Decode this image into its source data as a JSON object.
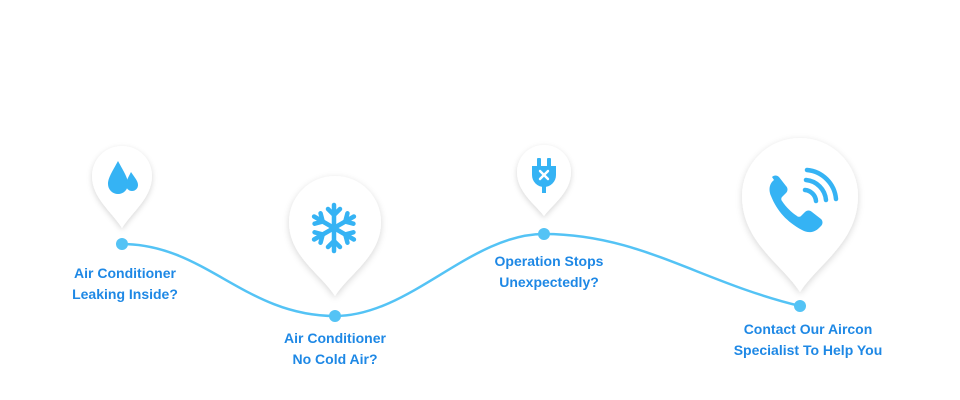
{
  "colors": {
    "accent_line": "#54c3f5",
    "icon": "#35b3f4",
    "label_text": "#1e88e5",
    "pin_fill": "#ffffff"
  },
  "steps": [
    {
      "icon": "water-drops-icon",
      "line1": "Air Conditioner",
      "line2": "Leaking Inside?"
    },
    {
      "icon": "snowflake-icon",
      "line1": "Air Conditioner",
      "line2": "No Cold Air?"
    },
    {
      "icon": "unplugged-plug-icon",
      "line1": "Operation Stops",
      "line2": "Unexpectedly?"
    },
    {
      "icon": "phone-call-icon",
      "line1": "Contact Our Aircon",
      "line2": "Specialist To Help You"
    }
  ]
}
